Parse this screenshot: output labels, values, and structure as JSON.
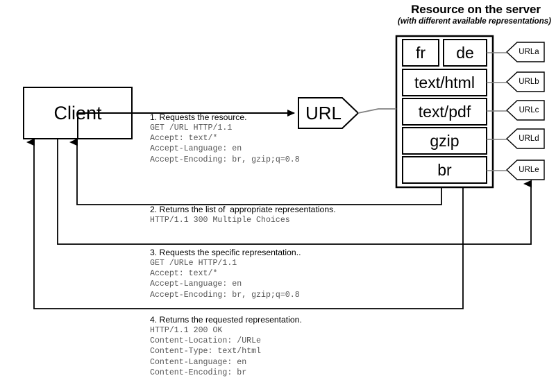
{
  "header": {
    "title": "Resource on the server",
    "subtitle": "(with different available representations)"
  },
  "nodes": {
    "client": "Client",
    "url": "URL"
  },
  "representations": [
    {
      "name": "fr",
      "url_tag": "URLa"
    },
    {
      "name": "de",
      "url_tag": "URLa"
    },
    {
      "name": "text/html",
      "url_tag": "URLb"
    },
    {
      "name": "text/pdf",
      "url_tag": "URLc"
    },
    {
      "name": "gzip",
      "url_tag": "URLd"
    },
    {
      "name": "br",
      "url_tag": "URLe"
    }
  ],
  "url_tags": [
    {
      "label": "URLa"
    },
    {
      "label": "URLb"
    },
    {
      "label": "URLc"
    },
    {
      "label": "URLd"
    },
    {
      "label": "URLe"
    }
  ],
  "steps": [
    {
      "id": "step-1",
      "title": "1. Requests the resource.",
      "body": "GET /URL HTTP/1.1\nAccept: text/*\nAccept-Language: en\nAccept-Encoding: br, gzip;q=0.8"
    },
    {
      "id": "step-2",
      "title": "2. Returns the list of  appropriate representations.",
      "body": "HTTP/1.1 300 Multiple Choices"
    },
    {
      "id": "step-3",
      "title": "3. Requests the specific representation..",
      "body": "GET /URLe HTTP/1.1\nAccept: text/*\nAccept-Language: en\nAccept-Encoding: br, gzip;q=0.8"
    },
    {
      "id": "step-4",
      "title": "4. Returns the requested representation.",
      "body": "HTTP/1.1 200 OK\nContent-Location: /URLe\nContent-Type: text/html\nContent-Language: en\nContent-Encoding: br"
    }
  ],
  "colors": {
    "stroke": "#000000",
    "connector": "#808080",
    "mono_text": "#555555",
    "background": "#ffffff"
  }
}
